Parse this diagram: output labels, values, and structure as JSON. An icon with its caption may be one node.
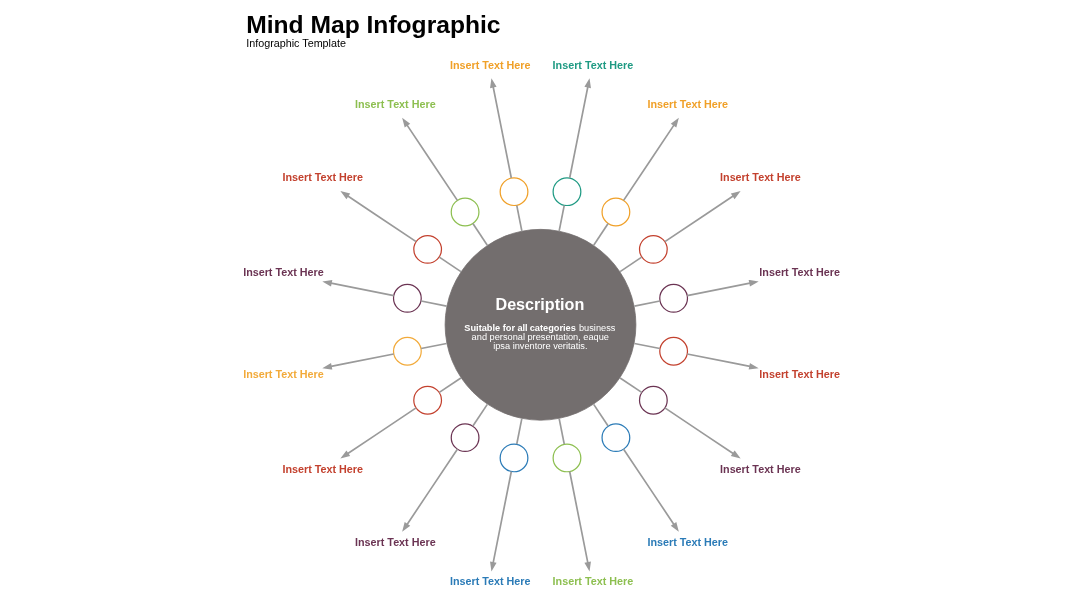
{
  "diagram": {
    "title": "Mind Map Infographic",
    "caption": "Infographic Template",
    "nodes": [
      {
        "text": [
          "Description",
          "**Suitable for all categories** business and personal presentation, eaque ipsa inventore veritatis."
        ]
      },
      {
        "text": [],
        "shape": "circle"
      },
      {
        "text": [
          "Insert Text Here"
        ]
      },
      {
        "text": [],
        "shape": "circle"
      },
      {
        "text": [
          "Insert Text Here"
        ]
      },
      {
        "text": [],
        "shape": "circle"
      },
      {
        "text": [
          "Insert Text Here"
        ]
      },
      {
        "text": [],
        "shape": "circle"
      },
      {
        "text": [
          "Insert Text Here"
        ]
      },
      {
        "text": [],
        "shape": "circle"
      },
      {
        "text": [
          "Insert Text Here"
        ]
      },
      {
        "text": [],
        "shape": "circle"
      },
      {
        "text": [
          "Insert Text Here"
        ]
      },
      {
        "text": [],
        "shape": "circle"
      },
      {
        "text": [
          "Insert Text Here"
        ]
      },
      {
        "text": [],
        "shape": "circle"
      },
      {
        "text": [
          "Insert Text Here"
        ]
      },
      {
        "text": [],
        "shape": "circle"
      },
      {
        "text": [
          "Insert Text Here"
        ]
      },
      {
        "text": [],
        "shape": "circle"
      },
      {
        "text": [
          "Insert Text Here"
        ]
      },
      {
        "text": [],
        "shape": "circle"
      },
      {
        "text": [
          "Insert Text Here"
        ]
      },
      {
        "text": [],
        "shape": "circle"
      },
      {
        "text": [
          "Insert Text Here"
        ]
      },
      {
        "text": [],
        "shape": "circle"
      },
      {
        "text": [
          "Insert Text Here"
        ]
      },
      {
        "text": [],
        "shape": "circle"
      },
      {
        "text": [
          "Insert Text Here"
        ]
      },
      {
        "text": [],
        "shape": "circle"
      },
      {
        "text": [
          "Insert Text Here"
        ]
      },
      {
        "text": [],
        "shape": "circle"
      },
      {
        "text": [
          "Insert Text Here"
        ]
      }
    ],
    "edges": [
      {
        "from": 0,
        "to": 1,
        "arrow": "none"
      },
      {
        "from": 1,
        "to": 2,
        "arrow": "to"
      },
      {
        "from": 0,
        "to": 3,
        "arrow": "none"
      },
      {
        "from": 3,
        "to": 4,
        "arrow": "to"
      },
      {
        "from": 0,
        "to": 5,
        "arrow": "none"
      },
      {
        "from": 5,
        "to": 6,
        "arrow": "to"
      },
      {
        "from": 0,
        "to": 7,
        "arrow": "none"
      },
      {
        "from": 7,
        "to": 8,
        "arrow": "to"
      },
      {
        "from": 0,
        "to": 9,
        "arrow": "none"
      },
      {
        "from": 9,
        "to": 10,
        "arrow": "to"
      },
      {
        "from": 0,
        "to": 11,
        "arrow": "none"
      },
      {
        "from": 11,
        "to": 12,
        "arrow": "to"
      },
      {
        "from": 0,
        "to": 13,
        "arrow": "none"
      },
      {
        "from": 13,
        "to": 14,
        "arrow": "to"
      },
      {
        "from": 0,
        "to": 15,
        "arrow": "none"
      },
      {
        "from": 15,
        "to": 16,
        "arrow": "to"
      },
      {
        "from": 0,
        "to": 17,
        "arrow": "none"
      },
      {
        "from": 17,
        "to": 18,
        "arrow": "to"
      },
      {
        "from": 0,
        "to": 19,
        "arrow": "none"
      },
      {
        "from": 19,
        "to": 20,
        "arrow": "to"
      },
      {
        "from": 0,
        "to": 21,
        "arrow": "none"
      },
      {
        "from": 21,
        "to": 22,
        "arrow": "to"
      },
      {
        "from": 0,
        "to": 23,
        "arrow": "none"
      },
      {
        "from": 23,
        "to": 24,
        "arrow": "to"
      },
      {
        "from": 0,
        "to": 25,
        "arrow": "none"
      },
      {
        "from": 25,
        "to": 26,
        "arrow": "to"
      },
      {
        "from": 0,
        "to": 27,
        "arrow": "none"
      },
      {
        "from": 27,
        "to": 28,
        "arrow": "to"
      },
      {
        "from": 0,
        "to": 29,
        "arrow": "none"
      },
      {
        "from": 29,
        "to": 30,
        "arrow": "to"
      },
      {
        "from": 0,
        "to": 31,
        "arrow": "none"
      },
      {
        "from": 31,
        "to": 32,
        "arrow": "to"
      }
    ]
  }
}
